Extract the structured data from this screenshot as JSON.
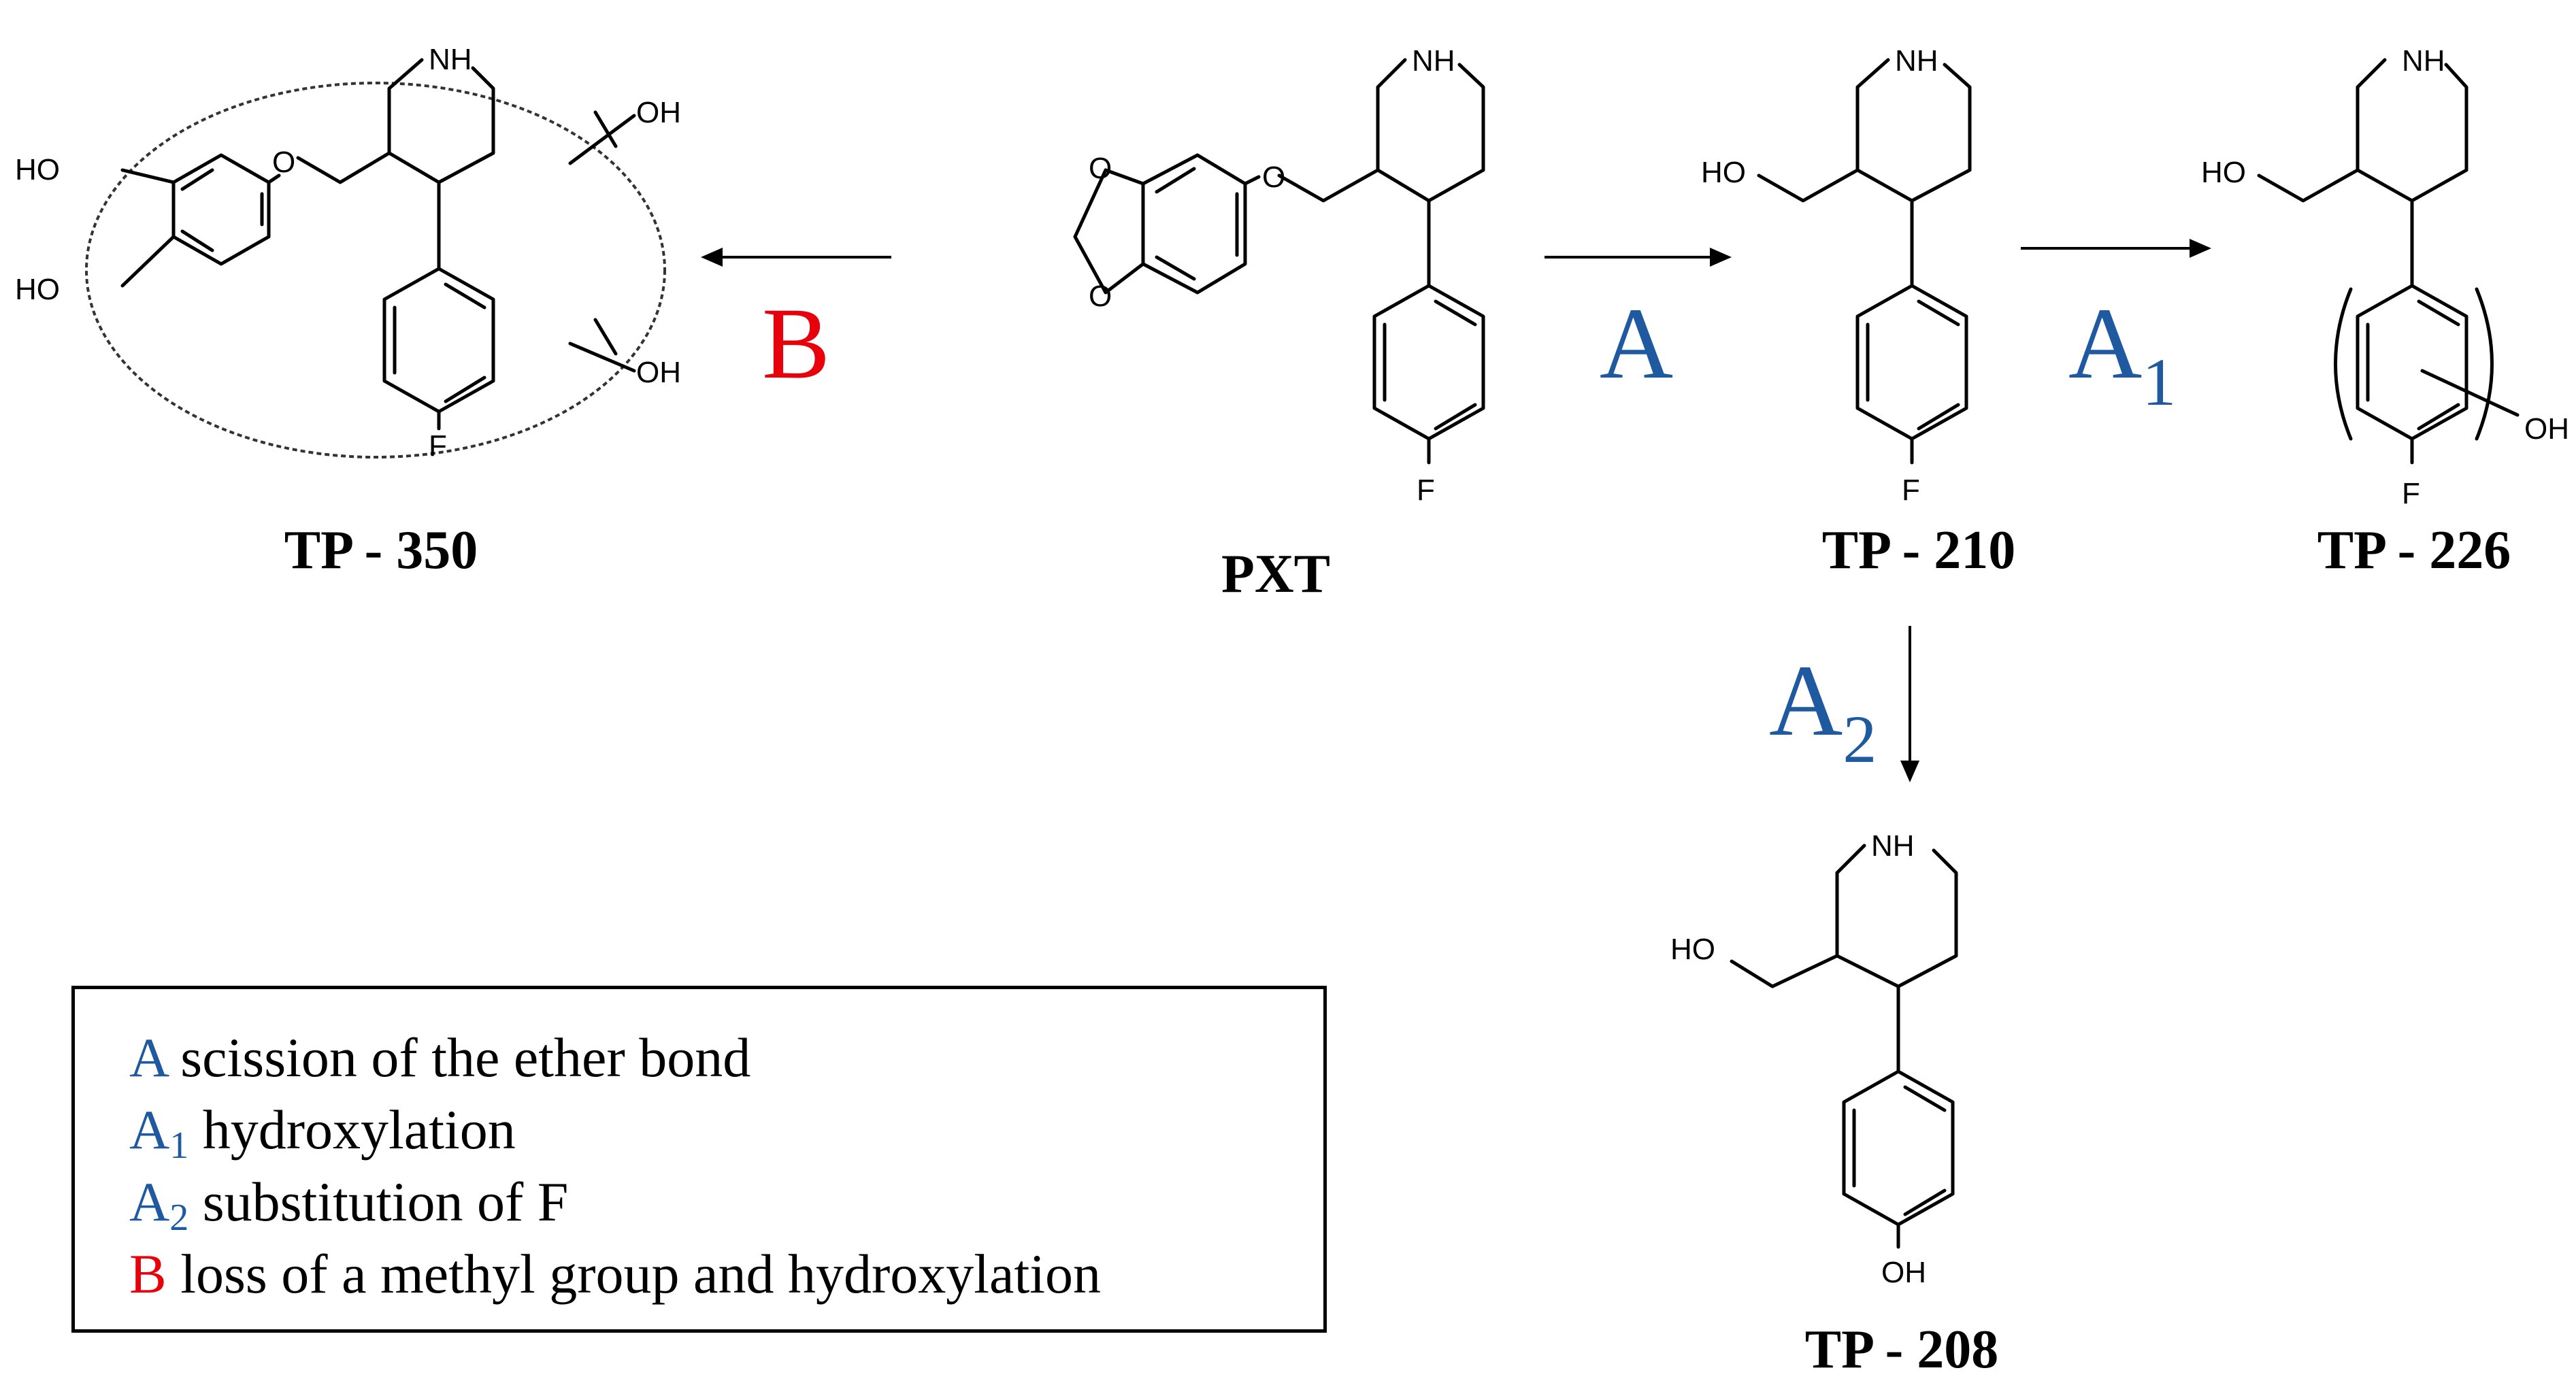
{
  "colors": {
    "blue": "#1f5aa0",
    "red": "#e8000b",
    "black": "#000000"
  },
  "compounds": {
    "tp350": {
      "name": "TP - 350",
      "atoms": {
        "nh": "NH",
        "ho1": "HO",
        "ho2": "HO",
        "o": "O",
        "oh1": "OH",
        "oh2": "OH",
        "f": "F"
      }
    },
    "pxt": {
      "name": "PXT",
      "atoms": {
        "nh": "NH",
        "o1": "O",
        "o2": "O",
        "o3": "O",
        "f": "F"
      }
    },
    "tp210": {
      "name": "TP - 210",
      "atoms": {
        "nh": "NH",
        "ho": "HO",
        "f": "F"
      }
    },
    "tp226": {
      "name": "TP - 226",
      "atoms": {
        "nh": "NH",
        "ho": "HO",
        "oh": "OH",
        "f": "F"
      }
    },
    "tp208": {
      "name": "TP - 208",
      "atoms": {
        "nh": "NH",
        "ho": "HO",
        "oh": "OH"
      }
    }
  },
  "steps": {
    "a": {
      "letter": "A",
      "sub": ""
    },
    "a1": {
      "letter": "A",
      "sub": "1"
    },
    "a2": {
      "letter": "A",
      "sub": "2"
    },
    "b": {
      "letter": "B",
      "sub": ""
    }
  },
  "legend": {
    "items": [
      {
        "key": "A",
        "sub": "",
        "text": " scission of the ether bond"
      },
      {
        "key": "A",
        "sub": "1",
        "text": " hydroxylation"
      },
      {
        "key": "A",
        "sub": "2",
        "text": " substitution of F"
      },
      {
        "key": "B",
        "sub": "",
        "text": " loss of a methyl group and hydroxylation"
      }
    ]
  }
}
